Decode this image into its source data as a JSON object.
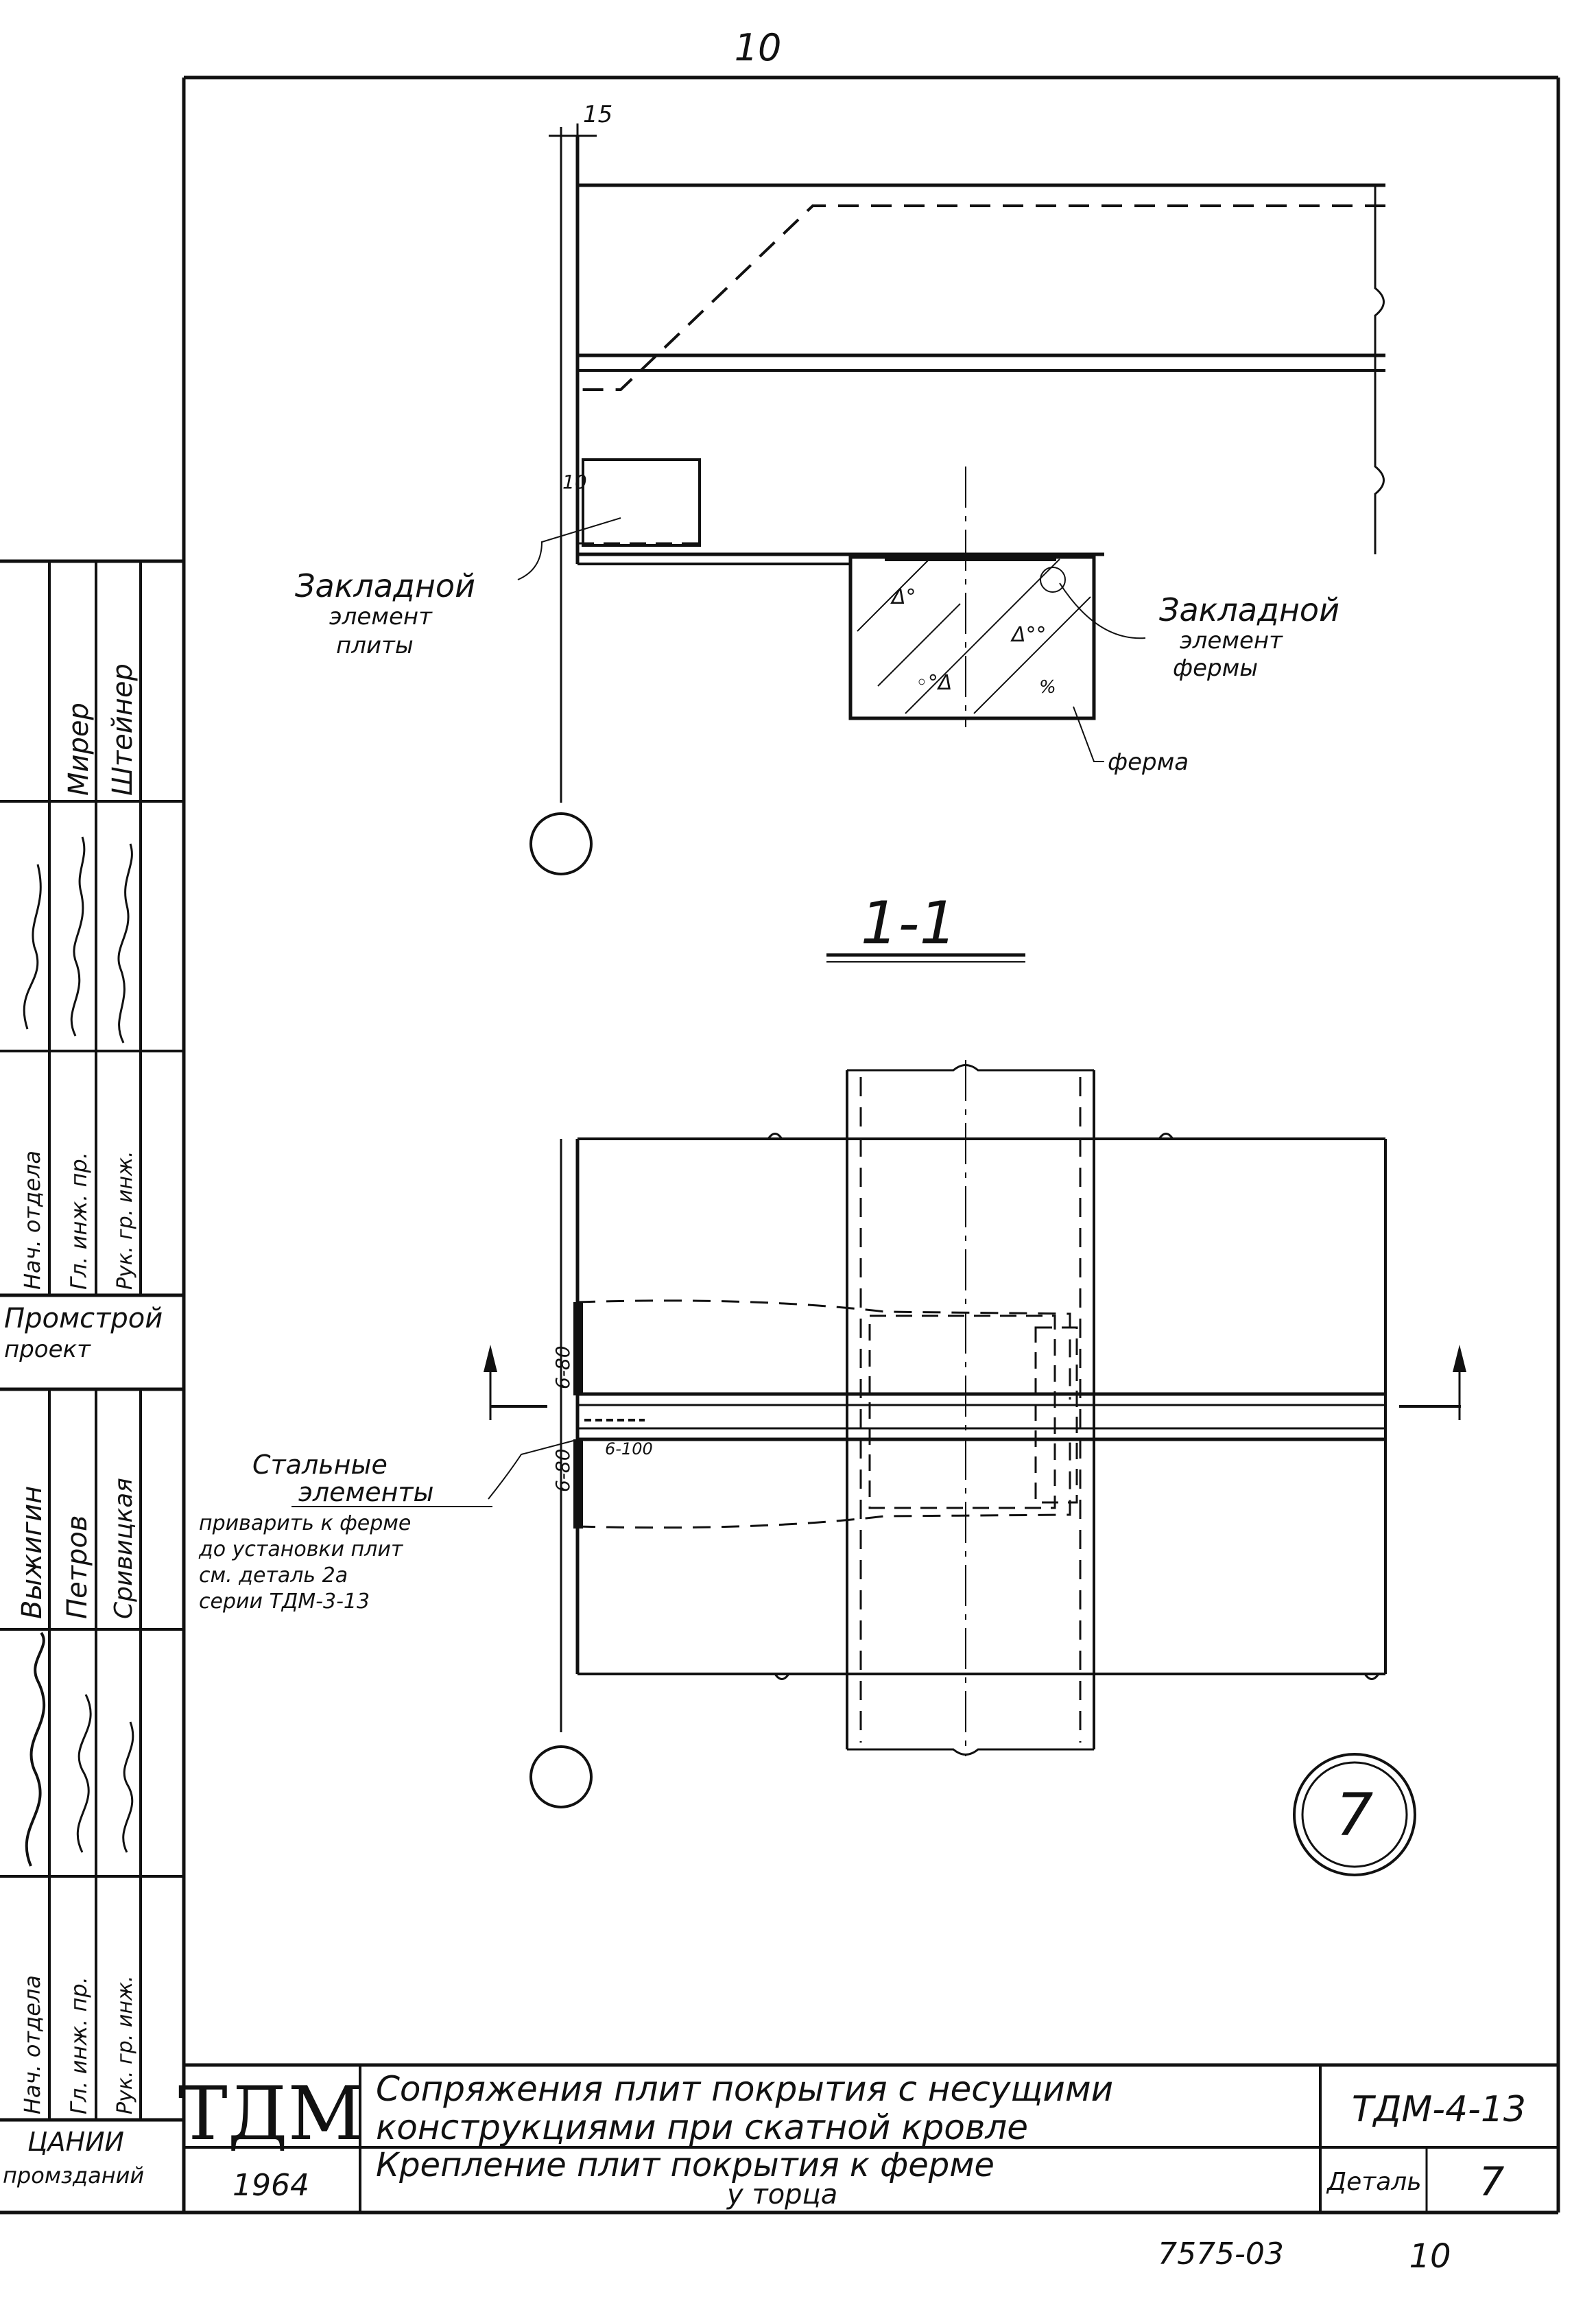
{
  "page": {
    "top_number": "10",
    "bottom_number": "10",
    "bottom_code": "7575-03"
  },
  "section_view": {
    "dim_15": "15",
    "dim_10": "10",
    "plate_element_label": [
      "Закладной",
      "элемент",
      "плиты"
    ],
    "truss_element_label": [
      "Закладной",
      "элемент",
      "фермы"
    ],
    "truss_label": "ферма"
  },
  "section_title": "1-1",
  "plan_view": {
    "dim_upper": "6-80",
    "dim_lower": "6-80",
    "dim_weld": "6-100",
    "steel_elements_label": [
      "Стальные",
      "элементы"
    ],
    "note_lines": [
      "приварить к ферме",
      "до установки плит",
      "см. деталь 2а",
      "серии ТДМ-3-13"
    ]
  },
  "detail_number": "7",
  "left_stamp": {
    "upper_roles": [
      "Нач. отдела",
      "Гл. инж. пр.",
      "Рук. гр. инж."
    ],
    "upper_names": [
      "Мирер",
      "Штейнер"
    ],
    "upper_org": [
      "Промстрой",
      "проект"
    ],
    "lower_names": [
      "Выжигин",
      "Петров",
      "Сривицкая"
    ],
    "lower_roles": [
      "Нач. отдела",
      "Гл. инж. пр.",
      "Рук. гр. инж."
    ],
    "lower_org": [
      "ЦАНИИ",
      "промзданий"
    ]
  },
  "title_block": {
    "logo": "ТДМ",
    "year": "1964",
    "title_line1": "Сопряжения плит покрытия с несущими",
    "title_line2": "конструкциями при скатной кровле",
    "subtitle_line1": "Крепление плит покрытия к ферме",
    "subtitle_line2": "у торца",
    "series_code": "ТДМ-4-13",
    "detail_label": "Деталь",
    "detail_value": "7"
  }
}
